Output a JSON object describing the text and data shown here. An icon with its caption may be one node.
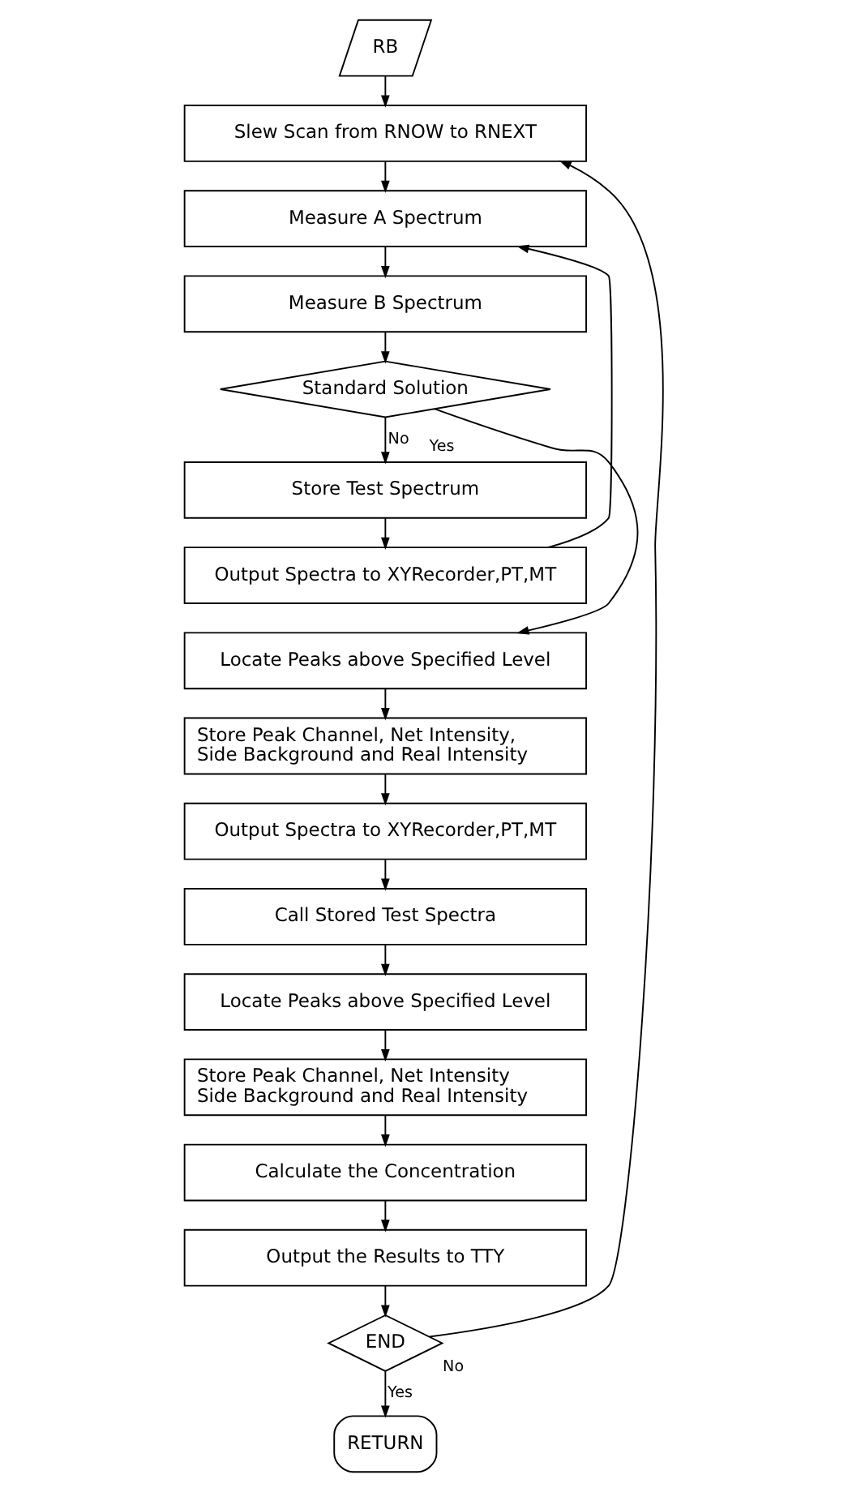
{
  "diagram": {
    "nodes": [
      {
        "text": [
          "RB"
        ]
      },
      {
        "text": [
          "Slew Scan from RNOW to RNEXT"
        ]
      },
      {
        "text": [
          "Measure A Spectrum"
        ]
      },
      {
        "text": [
          "Measure B Spectrum"
        ]
      },
      {
        "text": [
          "Standard Solution"
        ]
      },
      {
        "text": [
          "Store Test Spectrum"
        ]
      },
      {
        "text": [
          "Output Spectra to XYRecorder,PT,MT"
        ]
      },
      {
        "text": [
          "Locate Peaks above Specified Level"
        ]
      },
      {
        "text": [
          "Store Peak Channel, Net Intensity, Side Background and Real Intensity"
        ]
      },
      {
        "text": [
          "Output Spectra to XYRecorder,PT,MT"
        ]
      },
      {
        "text": [
          "Call Stored Test Spectra"
        ]
      },
      {
        "text": [
          "Locate Peaks above Specified Level"
        ]
      },
      {
        "text": [
          "Store Peak Channel, Net Intensity Side Background and Real Intensity"
        ]
      },
      {
        "text": [
          "Calculate the Concentration"
        ]
      },
      {
        "text": [
          "Output the Results to TTY"
        ]
      },
      {
        "text": [
          "END"
        ]
      },
      {
        "text": [
          "RETURN"
        ]
      }
    ],
    "edges": [
      {
        "from": 0,
        "to": 1,
        "arrow": "to"
      },
      {
        "from": 1,
        "to": 2,
        "arrow": "to"
      },
      {
        "from": 2,
        "to": 3,
        "arrow": "to"
      },
      {
        "from": 3,
        "to": 4,
        "arrow": "to"
      },
      {
        "from": 4,
        "to": 5,
        "arrow": "to",
        "label": "No"
      },
      {
        "from": 4,
        "to": 7,
        "arrow": "to",
        "label": "Yes"
      },
      {
        "from": 5,
        "to": 6,
        "arrow": "to"
      },
      {
        "from": 6,
        "to": 2,
        "arrow": "to"
      },
      {
        "from": 7,
        "to": 8,
        "arrow": "to"
      },
      {
        "from": 8,
        "to": 9,
        "arrow": "to"
      },
      {
        "from": 9,
        "to": 10,
        "arrow": "to"
      },
      {
        "from": 10,
        "to": 11,
        "arrow": "to"
      },
      {
        "from": 11,
        "to": 12,
        "arrow": "to"
      },
      {
        "from": 12,
        "to": 13,
        "arrow": "to"
      },
      {
        "from": 13,
        "to": 14,
        "arrow": "to"
      },
      {
        "from": 14,
        "to": 15,
        "arrow": "to"
      },
      {
        "from": 15,
        "to": 16,
        "arrow": "to",
        "label": "Yes"
      },
      {
        "from": 15,
        "to": 1,
        "arrow": "to",
        "label": "No"
      }
    ]
  }
}
